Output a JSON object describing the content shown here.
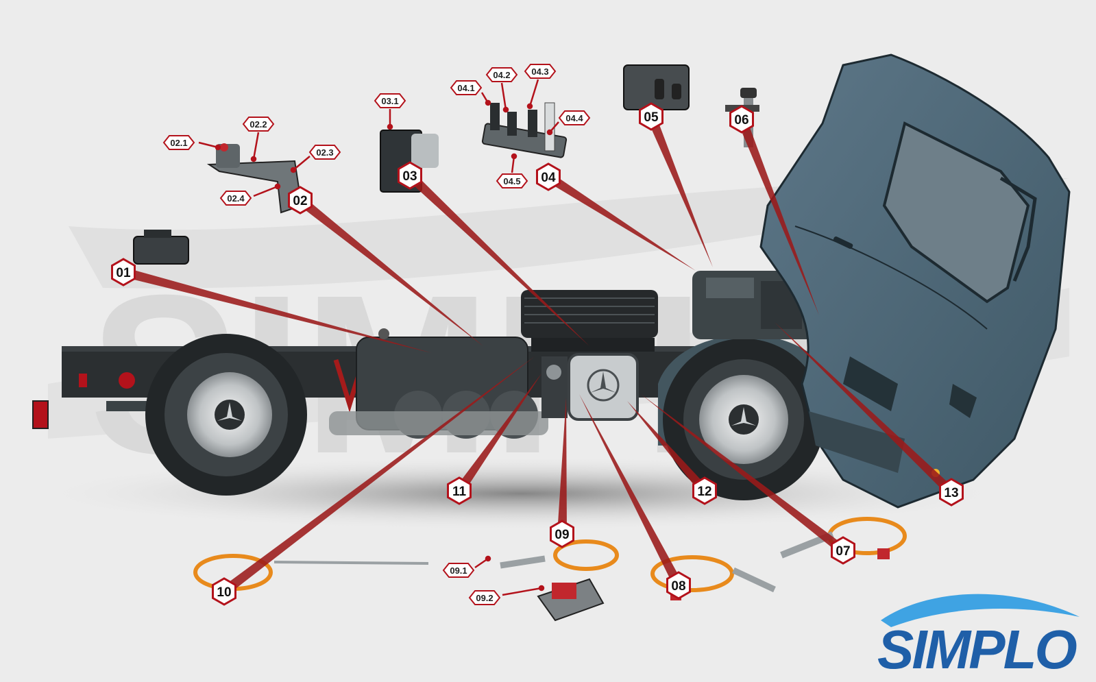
{
  "brand": {
    "logo_text": "SIMPLO",
    "watermark_text": "SIMPLO"
  },
  "colors": {
    "background": "#ececec",
    "leader": "#9b1a1a",
    "cab": "#4e6878",
    "chassis": "#2b2f31",
    "logo": "#1f5fa8",
    "badge_border": "#b3121b"
  },
  "callouts": [
    {
      "id": "01",
      "label": "01"
    },
    {
      "id": "02",
      "label": "02"
    },
    {
      "id": "03",
      "label": "03"
    },
    {
      "id": "04",
      "label": "04"
    },
    {
      "id": "05",
      "label": "05"
    },
    {
      "id": "06",
      "label": "06"
    },
    {
      "id": "07",
      "label": "07"
    },
    {
      "id": "08",
      "label": "08"
    },
    {
      "id": "09",
      "label": "09"
    },
    {
      "id": "10",
      "label": "10"
    },
    {
      "id": "11",
      "label": "11"
    },
    {
      "id": "12",
      "label": "12"
    },
    {
      "id": "13",
      "label": "13"
    }
  ],
  "sub_labels": [
    {
      "id": "02.1",
      "label": "02.1"
    },
    {
      "id": "02.2",
      "label": "02.2"
    },
    {
      "id": "02.3",
      "label": "02.3"
    },
    {
      "id": "02.4",
      "label": "02.4"
    },
    {
      "id": "03.1",
      "label": "03.1"
    },
    {
      "id": "04.1",
      "label": "04.1"
    },
    {
      "id": "04.2",
      "label": "04.2"
    },
    {
      "id": "04.3",
      "label": "04.3"
    },
    {
      "id": "04.4",
      "label": "04.4"
    },
    {
      "id": "04.5",
      "label": "04.5"
    },
    {
      "id": "09.1",
      "label": "09.1"
    },
    {
      "id": "09.2",
      "label": "09.2"
    }
  ]
}
